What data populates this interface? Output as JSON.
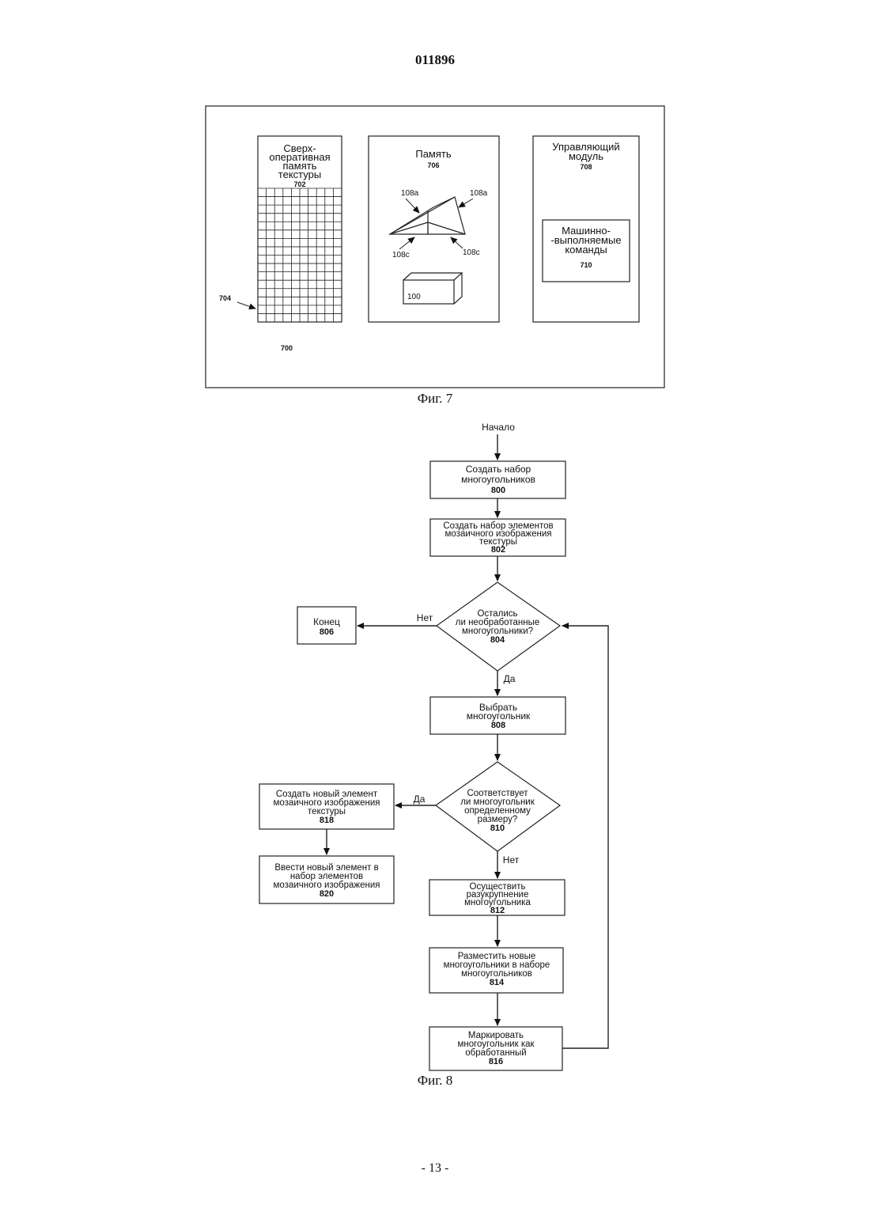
{
  "header": {
    "doc_number": "011896"
  },
  "footer": {
    "page_label": "- 13 -"
  },
  "fig7": {
    "caption": "Фиг. 7",
    "system_label": "700",
    "cache": {
      "line1": "Сверх-",
      "line2": "оперативная",
      "line3": "память",
      "line4": "текстуры",
      "ref": "702",
      "grid_ref": "704"
    },
    "memory": {
      "title": "Память",
      "ref": "706",
      "label_108a_left": "108a",
      "label_108a_right": "108a",
      "label_108c_left": "108c",
      "label_108c_right": "108c",
      "box_label": "100"
    },
    "control": {
      "line1": "Управляющий",
      "line2": "модуль",
      "ref": "708"
    },
    "instructions": {
      "line1": "Машинно-",
      "line2": "-выполняемые",
      "line3": "команды",
      "ref": "710"
    }
  },
  "fig8": {
    "caption": "Фиг. 8",
    "start": "Начало",
    "s800": {
      "line1": "Создать набор",
      "line2": "многоугольников",
      "ref": "800"
    },
    "s802": {
      "line1": "Создать набор элементов",
      "line2": "мозаичного изображения",
      "line3": "текстуры",
      "ref": "802"
    },
    "d804": {
      "line1": "Остались",
      "line2": "ли необработанные",
      "line3": "многоугольники?",
      "ref": "804",
      "no": "Нет",
      "yes": "Да"
    },
    "end806": {
      "line1": "Конец",
      "ref": "806"
    },
    "s808": {
      "line1": "Выбрать",
      "line2": "многоугольник",
      "ref": "808"
    },
    "d810": {
      "line1": "Соответствует",
      "line2": "ли многоугольник",
      "line3": "определенному",
      "line4": "размеру?",
      "ref": "810",
      "yes": "Да",
      "no": "Нет"
    },
    "s818": {
      "line1": "Создать новый элемент",
      "line2": "мозаичного изображения",
      "line3": "текстуры",
      "ref": "818"
    },
    "s820": {
      "line1": "Ввести новый элемент в",
      "line2": "набор элементов",
      "line3": "мозаичного изображения",
      "ref": "820"
    },
    "s812": {
      "line1": "Осуществить",
      "line2": "разукрупнение",
      "line3": "многоугольника",
      "ref": "812"
    },
    "s814": {
      "line1": "Разместить новые",
      "line2": "многоугольники в наборе",
      "line3": "многоугольников",
      "ref": "814"
    },
    "s816": {
      "line1": "Маркировать",
      "line2": "многоугольник как",
      "line3": "обработанный",
      "ref": "816"
    }
  }
}
